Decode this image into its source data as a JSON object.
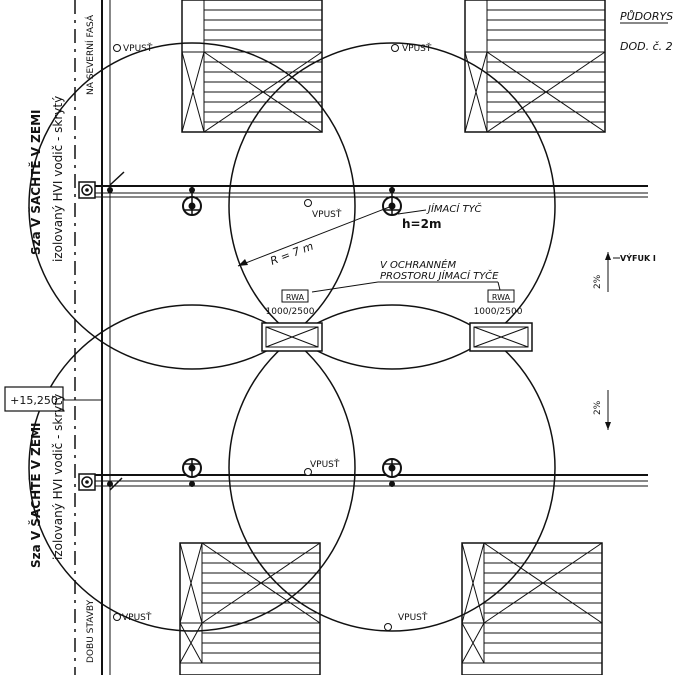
{
  "header": {
    "sheet_title": "PŮDORYS",
    "sheet_number": "DOD. č. 2"
  },
  "facade_note": "NA SEVERNÍ FASÁ",
  "facade_note_bottom": "DOBU STAVBY",
  "downconductor": {
    "line1": "Sza V ŠACHTĚ V ZEMI",
    "line2": "izolovaný HVI vodič - skrytý"
  },
  "drains": [
    "VPUSŤ",
    "VPUSŤ",
    "VPUSŤ",
    "VPUSŤ",
    "VPUSŤ",
    "VPUSŤ"
  ],
  "rod": {
    "label": "JÍMACÍ TYČ",
    "height": "h=2m",
    "radius": "R = 7 m"
  },
  "protection_note": {
    "line1": "V OCHRANNÉM",
    "line2": "PROSTORU JÍMACÍ TYČE"
  },
  "rwa": [
    {
      "tag": "RWA",
      "size": "1000/2500"
    },
    {
      "tag": "RWA",
      "size": "1000/2500"
    }
  ],
  "elevation": "+15,250",
  "slope_right_top": "2%",
  "slope_right_bottom": "2%",
  "outlet_label": "VÝFUK I"
}
